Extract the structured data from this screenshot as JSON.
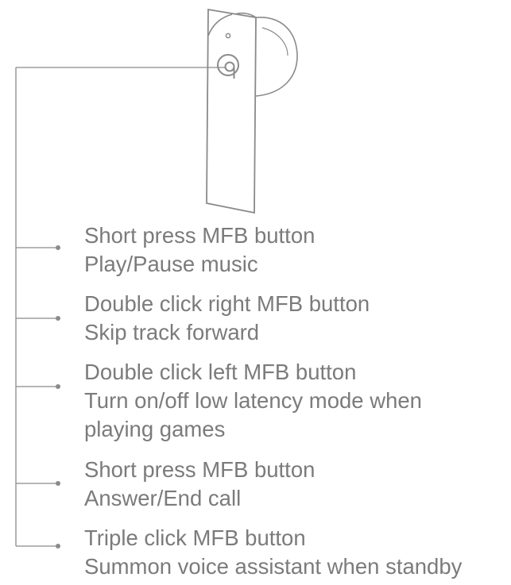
{
  "instructions": [
    {
      "action": "Short press MFB button",
      "result": "Play/Pause music"
    },
    {
      "action": "Double click right MFB button",
      "result": "Skip track forward"
    },
    {
      "action": "Double click left MFB button",
      "result": "Turn on/off low latency mode when",
      "result_cont": "playing games"
    },
    {
      "action": "Short press MFB button",
      "result": "Answer/End call"
    },
    {
      "action": "Triple click MFB button",
      "result": "Summon voice assistant when standby"
    }
  ],
  "icons": {
    "earbud": "earbud-icon",
    "mfb_button": "mfb-button-icon"
  },
  "colors": {
    "line": "#8a8a8a",
    "text": "#7b7b7b",
    "background": "#ffffff"
  }
}
